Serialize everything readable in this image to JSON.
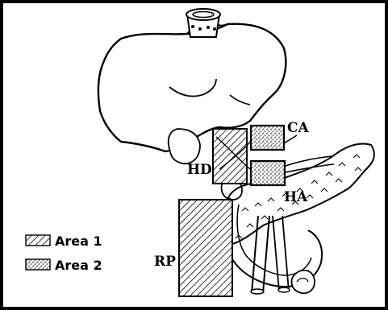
{
  "labels": {
    "ca": "CA",
    "hd": "HD",
    "ha": "HA",
    "rp": "RP"
  },
  "legend": {
    "area1": "Area 1",
    "area2": "Area 2"
  }
}
